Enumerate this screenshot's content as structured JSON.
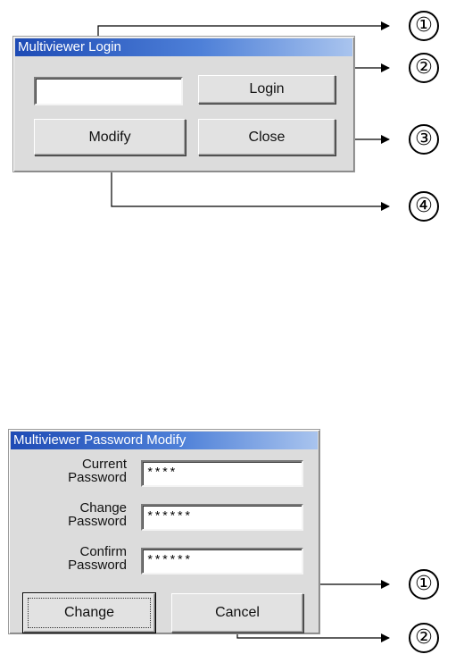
{
  "login_dialog": {
    "title": "Multiviewer Login",
    "password_value": "",
    "login_label": "Login",
    "modify_label": "Modify",
    "close_label": "Close"
  },
  "login_callouts": [
    "①",
    "②",
    "③",
    "④"
  ],
  "modify_dialog": {
    "title": "Multiviewer Password Modify",
    "current_label_line1": "Current",
    "current_label_line2": "Password",
    "current_value": "****",
    "change_label_line1": "Change",
    "change_label_line2": "Password",
    "change_value": "******",
    "confirm_label_line1": "Confirm",
    "confirm_label_line2": "Password",
    "confirm_value": "******",
    "change_button": "Change",
    "cancel_button": "Cancel"
  },
  "modify_callouts": [
    "①",
    "②"
  ]
}
